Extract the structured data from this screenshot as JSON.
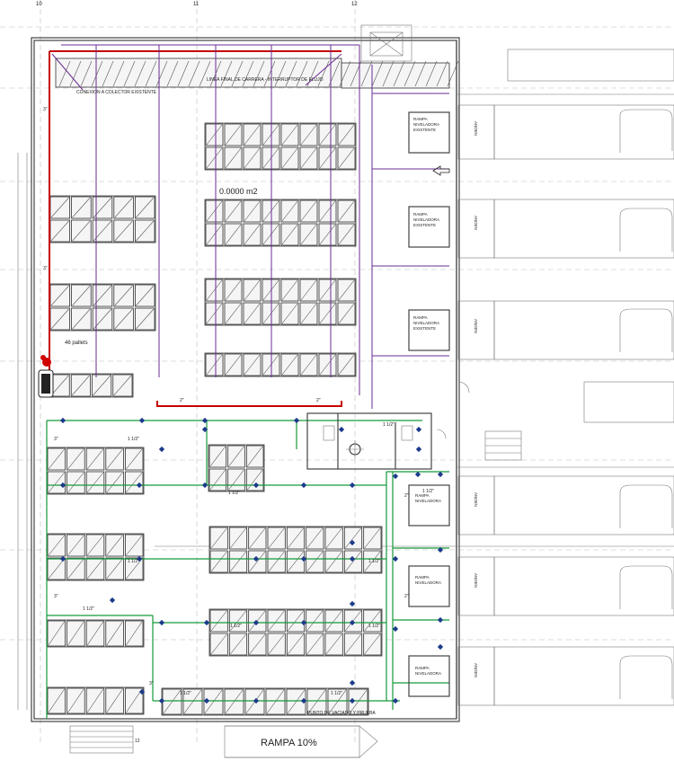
{
  "grid_markers": [
    "10",
    "11",
    "12"
  ],
  "labels": {
    "collector": "CONEXION A COLECTOR EXISTENTE",
    "riser": "LINEA FINAL DE CARRERA - INTERRUPTOR DE FLUJO",
    "area": "0.0000 m2",
    "pallets": "46 pallets",
    "drain": "PUNTO DE VACIADO Y PRUEBA",
    "ramp": "RAMPA 10%",
    "ramp_number": "12"
  },
  "pipe_sizes": {
    "s2": "2\"",
    "s3": "3\"",
    "s1_12": "1 1/2\""
  },
  "docks_upper": [
    {
      "line1": "RAMPA",
      "line2": "NIVELADORA",
      "line3": "EXISTENTE",
      "tag": "ANDEN"
    },
    {
      "line1": "RAMPA",
      "line2": "NIVELADORA",
      "line3": "EXISTENTE",
      "tag": "ANDEN"
    },
    {
      "line1": "RAMPA",
      "line2": "NIVELADORA",
      "line3": "EXISTENTE",
      "tag": "ANDEN"
    }
  ],
  "docks_lower": [
    {
      "line1": "RAMPA",
      "line2": "NIVELADORA",
      "tag": "ANDEN"
    },
    {
      "line1": "RAMPA",
      "line2": "NIVELADORA",
      "tag": "ANDEN"
    },
    {
      "line1": "RAMPA",
      "line2": "NIVELADORA",
      "tag": "ANDEN"
    }
  ],
  "colors": {
    "wall": "#444444",
    "red_main": "#c40000",
    "purple_branch": "#6a2c91",
    "green_branch": "#159a3a",
    "sprinkler": "#1b3a8a"
  }
}
